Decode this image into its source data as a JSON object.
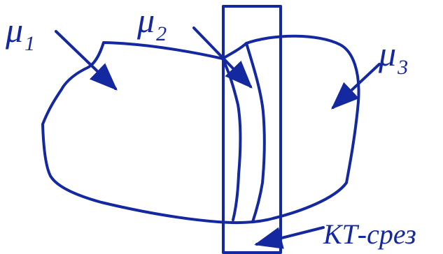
{
  "labels": {
    "mu1": {
      "symbol": "μ",
      "index": "1"
    },
    "mu2": {
      "symbol": "μ",
      "index": "2"
    },
    "mu3": {
      "symbol": "μ",
      "index": "3"
    },
    "ct_slice": "КТ-срез"
  },
  "colors": {
    "stroke": "#1428a0",
    "background": "#ffffff"
  }
}
